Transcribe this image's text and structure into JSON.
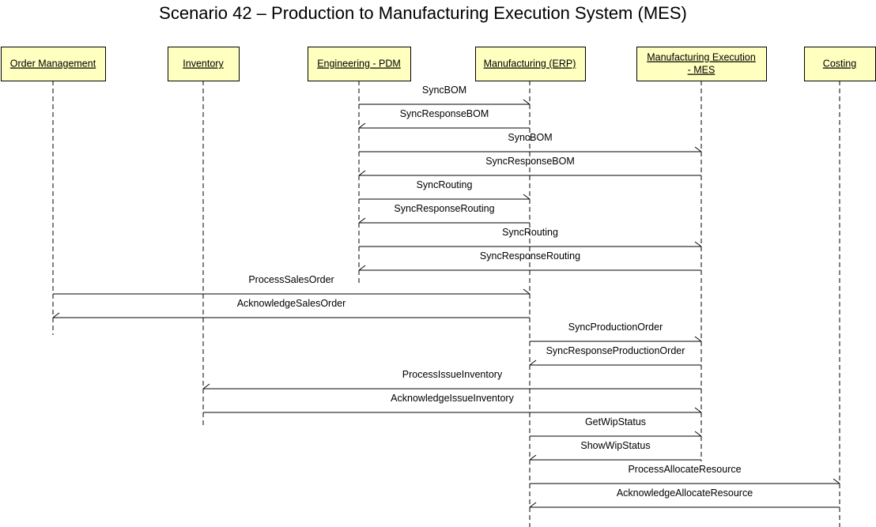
{
  "title": "Scenario 42 – Production to Manufacturing Execution System (MES)",
  "actors": [
    {
      "id": "om",
      "lines": [
        "Order Management"
      ]
    },
    {
      "id": "inv",
      "lines": [
        "Inventory"
      ]
    },
    {
      "id": "pdm",
      "lines": [
        "Engineering - PDM"
      ]
    },
    {
      "id": "erp",
      "lines": [
        "Manufacturing (ERP)"
      ]
    },
    {
      "id": "mes",
      "lines": [
        "Manufacturing Execution",
        "- MES"
      ]
    },
    {
      "id": "cost",
      "lines": [
        "Costing"
      ]
    }
  ],
  "messages": [
    {
      "label": "SyncBOM",
      "from": "pdm",
      "to": "erp"
    },
    {
      "label": "SyncResponseBOM",
      "from": "erp",
      "to": "pdm"
    },
    {
      "label": "SyncBOM",
      "from": "pdm",
      "to": "mes"
    },
    {
      "label": "SyncResponseBOM",
      "from": "mes",
      "to": "pdm"
    },
    {
      "label": "SyncRouting",
      "from": "pdm",
      "to": "erp"
    },
    {
      "label": "SyncResponseRouting",
      "from": "erp",
      "to": "pdm"
    },
    {
      "label": "SyncRouting",
      "from": "pdm",
      "to": "mes"
    },
    {
      "label": "SyncResponseRouting",
      "from": "mes",
      "to": "pdm"
    },
    {
      "label": "ProcessSalesOrder",
      "from": "om",
      "to": "erp"
    },
    {
      "label": "AcknowledgeSalesOrder",
      "from": "erp",
      "to": "om"
    },
    {
      "label": "SyncProductionOrder",
      "from": "erp",
      "to": "mes"
    },
    {
      "label": "SyncResponseProductionOrder",
      "from": "mes",
      "to": "erp"
    },
    {
      "label": "ProcessIssueInventory",
      "from": "mes",
      "to": "inv"
    },
    {
      "label": "AcknowledgeIssueInventory",
      "from": "inv",
      "to": "mes"
    },
    {
      "label": "GetWipStatus",
      "from": "erp",
      "to": "mes"
    },
    {
      "label": "ShowWipStatus",
      "from": "mes",
      "to": "erp"
    },
    {
      "label": "ProcessAllocateResource",
      "from": "erp",
      "to": "cost"
    },
    {
      "label": "AcknowledgeAllocateResource",
      "from": "cost",
      "to": "erp"
    }
  ]
}
